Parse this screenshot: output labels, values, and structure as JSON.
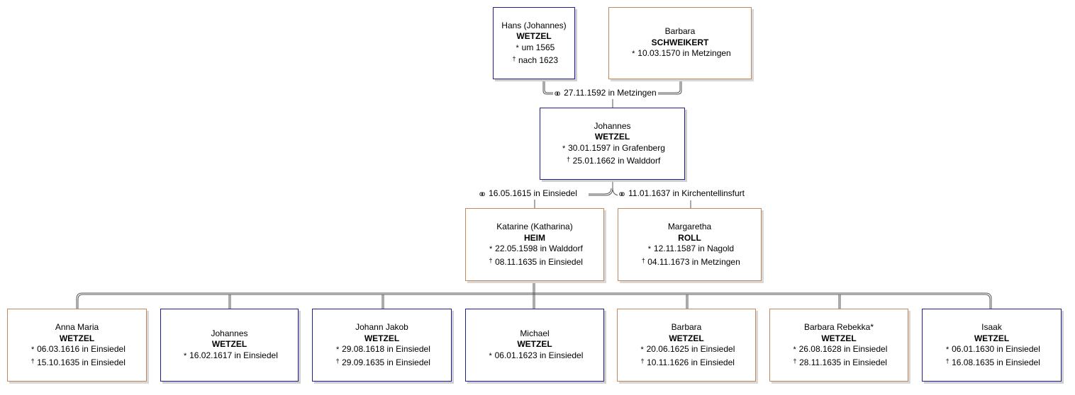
{
  "colors": {
    "male_border": "#1f1f8f",
    "female_border": "#c4875a",
    "line": "#555555"
  },
  "icons": {
    "birth": "asterisk-icon",
    "death": "dagger-icon",
    "marriage": "rings-icon"
  },
  "symbols": {
    "birth": "*",
    "death": "†",
    "marriage": "oo"
  },
  "parents": {
    "father": {
      "given": "Hans (Johannes)",
      "surname": "WETZEL",
      "birth": "um 1565",
      "death": "nach 1623"
    },
    "mother": {
      "given": "Barbara",
      "surname": "SCHWEIKERT",
      "birth": "10.03.1570 in Metzingen"
    },
    "marriage": "27.11.1592 in Metzingen"
  },
  "subject": {
    "given": "Johannes",
    "surname": "WETZEL",
    "birth": "30.01.1597 in Grafenberg",
    "death": "25.01.1662 in Walddorf"
  },
  "marriage1": "16.05.1615 in Einsiedel",
  "marriage2": "11.01.1637 in Kirchentellinsfurt",
  "spouse1": {
    "given": "Katarine (Katharina)",
    "surname": "HEIM",
    "birth": "22.05.1598 in Walddorf",
    "death": "08.11.1635 in Einsiedel"
  },
  "spouse2": {
    "given": "Margaretha",
    "surname": "ROLL",
    "birth": "12.11.1587 in Nagold",
    "death": "04.11.1673 in Metzingen"
  },
  "children": [
    {
      "given": "Anna Maria",
      "surname": "WETZEL",
      "birth": "06.03.1616 in Einsiedel",
      "death": "15.10.1635 in Einsiedel"
    },
    {
      "given": "Johannes",
      "surname": "WETZEL",
      "birth": "16.02.1617 in Einsiedel"
    },
    {
      "given": "Johann Jakob",
      "surname": "WETZEL",
      "birth": "29.08.1618 in Einsiedel",
      "death": "29.09.1635 in Einsiedel"
    },
    {
      "given": "Michael",
      "surname": "WETZEL",
      "birth": "06.01.1623 in Einsiedel"
    },
    {
      "given": "Barbara",
      "surname": "WETZEL",
      "birth": "20.06.1625 in Einsiedel",
      "death": "10.11.1626 in Einsiedel"
    },
    {
      "given": "Barbara Rebekka*",
      "surname": "WETZEL",
      "birth": "26.08.1628 in Einsiedel",
      "death": "28.11.1635 in Einsiedel"
    },
    {
      "given": "Isaak",
      "surname": "WETZEL",
      "birth": "06.01.1630 in Einsiedel",
      "death": "16.08.1635 in Einsiedel"
    }
  ]
}
